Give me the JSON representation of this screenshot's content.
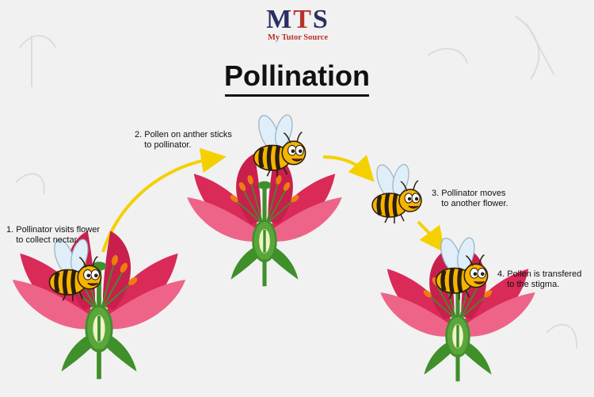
{
  "logo": {
    "mark_m": "M",
    "mark_t": "T",
    "mark_s": "S",
    "subtitle": "My Tutor Source"
  },
  "title": "Pollination",
  "steps": [
    {
      "text": "1. Pollinator visits flower\n    to collect nectar."
    },
    {
      "text": "2. Pollen on anther sticks\n    to pollinator."
    },
    {
      "text": "3. Pollinator moves\n    to another flower."
    },
    {
      "text": "4. Pollen is transfered\n    to the stigma."
    }
  ],
  "colors": {
    "background": "#f1f1f1",
    "arrow": "#f5d000",
    "petal": "#d92a58",
    "petal_light": "#ee6488",
    "stem": "#3f8f2a",
    "bee_body": "#f5b400",
    "bee_stripe": "#2b1d10",
    "wing": "#dfeef8",
    "anther": "#f07c10",
    "logo_dark": "#2a2f63",
    "logo_red": "#b9312c"
  }
}
